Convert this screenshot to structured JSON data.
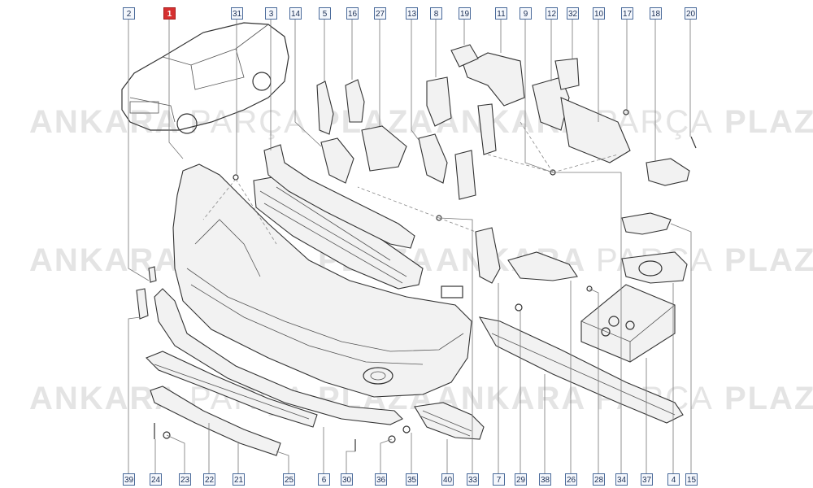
{
  "watermark": {
    "word1": "ANKARA",
    "word2": "PARÇA",
    "word3": "PLAZA"
  },
  "callouts_top": [
    {
      "id": "c2",
      "label": "2"
    },
    {
      "id": "c1",
      "label": "1",
      "highlight": true
    },
    {
      "id": "c31",
      "label": "31"
    },
    {
      "id": "c3",
      "label": "3"
    },
    {
      "id": "c14",
      "label": "14"
    },
    {
      "id": "c5",
      "label": "5"
    },
    {
      "id": "c16",
      "label": "16"
    },
    {
      "id": "c27",
      "label": "27"
    },
    {
      "id": "c13",
      "label": "13"
    },
    {
      "id": "c8",
      "label": "8"
    },
    {
      "id": "c19",
      "label": "19"
    },
    {
      "id": "c11",
      "label": "11"
    },
    {
      "id": "c9",
      "label": "9"
    },
    {
      "id": "c12",
      "label": "12"
    },
    {
      "id": "c32",
      "label": "32"
    },
    {
      "id": "c10",
      "label": "10"
    },
    {
      "id": "c17",
      "label": "17"
    },
    {
      "id": "c18",
      "label": "18"
    },
    {
      "id": "c20",
      "label": "20"
    }
  ],
  "callouts_bottom": [
    {
      "id": "c39",
      "label": "39"
    },
    {
      "id": "c24",
      "label": "24"
    },
    {
      "id": "c23",
      "label": "23"
    },
    {
      "id": "c22",
      "label": "22"
    },
    {
      "id": "c21",
      "label": "21"
    },
    {
      "id": "c25",
      "label": "25"
    },
    {
      "id": "c6",
      "label": "6"
    },
    {
      "id": "c30",
      "label": "30"
    },
    {
      "id": "c36",
      "label": "36"
    },
    {
      "id": "c35",
      "label": "35"
    },
    {
      "id": "c40",
      "label": "40"
    },
    {
      "id": "c33",
      "label": "33"
    },
    {
      "id": "c7",
      "label": "7"
    },
    {
      "id": "c29",
      "label": "29"
    },
    {
      "id": "c38",
      "label": "38"
    },
    {
      "id": "c26",
      "label": "26"
    },
    {
      "id": "c28",
      "label": "28"
    },
    {
      "id": "c34",
      "label": "34"
    },
    {
      "id": "c37",
      "label": "37"
    },
    {
      "id": "c4",
      "label": "4"
    },
    {
      "id": "c15",
      "label": "15"
    }
  ]
}
